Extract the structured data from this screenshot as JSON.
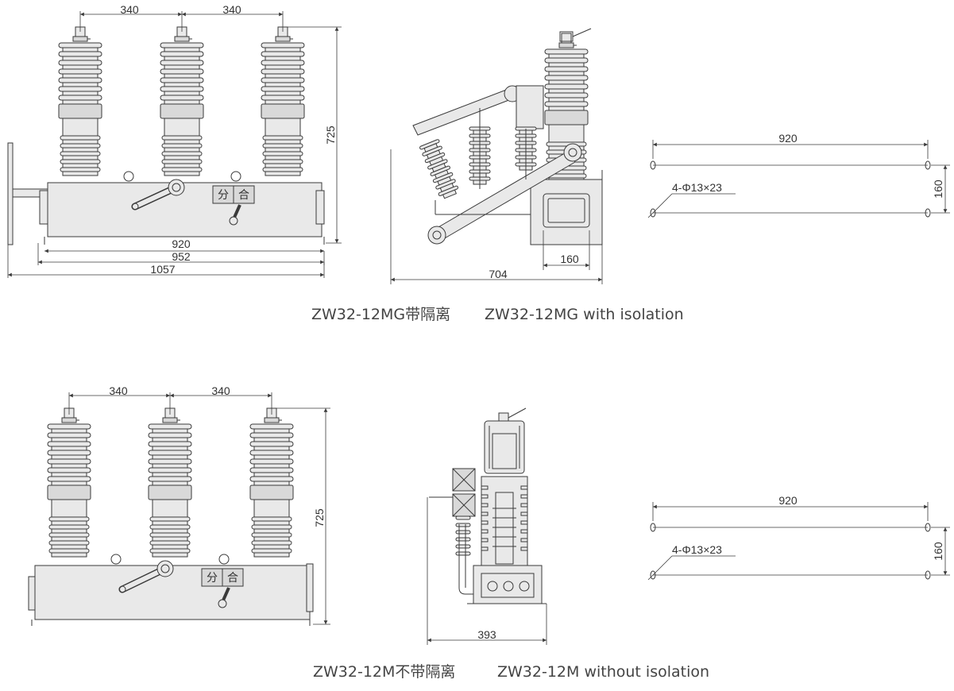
{
  "top": {
    "front": {
      "dim_spacing_1": "340",
      "dim_spacing_2": "340",
      "dim_height": "725",
      "dim_w1": "920",
      "dim_w2": "952",
      "dim_w3": "1057",
      "switch_open_label": "分",
      "switch_close_label": "合"
    },
    "side": {
      "dim_base": "160",
      "dim_depth": "704"
    },
    "mount": {
      "dim_width": "920",
      "dim_height": "160",
      "holes_label": "4-Φ13×23"
    },
    "caption_cn": "ZW32-12MG带隔离",
    "caption_en": "ZW32-12MG with isolation"
  },
  "bottom": {
    "front": {
      "dim_spacing_1": "340",
      "dim_spacing_2": "340",
      "dim_height": "725",
      "switch_open_label": "分",
      "switch_close_label": "合"
    },
    "side": {
      "dim_depth": "393"
    },
    "mount": {
      "dim_width": "920",
      "dim_height": "160",
      "holes_label": "4-Φ13×23"
    },
    "caption_cn": "ZW32-12M不带隔离",
    "caption_en": "ZW32-12M without isolation"
  }
}
